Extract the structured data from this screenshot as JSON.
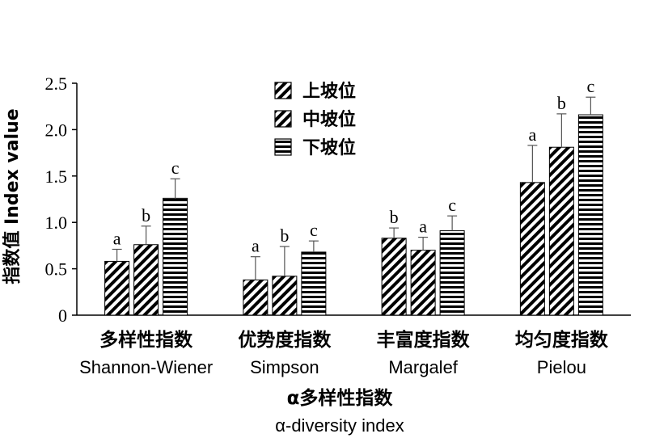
{
  "chart_data": {
    "type": "bar",
    "categories": [
      {
        "cn": "多样性指数",
        "en": "Shannon-Wiener"
      },
      {
        "cn": "优势度指数",
        "en": "Simpson"
      },
      {
        "cn": "丰富度指数",
        "en": "Margalef"
      },
      {
        "cn": "均匀度指数",
        "en": "Pielou"
      }
    ],
    "series": [
      {
        "name": "上坡位",
        "pattern": "diagonal",
        "values": [
          0.58,
          0.38,
          0.83,
          1.43
        ],
        "errors": [
          0.13,
          0.25,
          0.11,
          0.4
        ],
        "sig": [
          "a",
          "a",
          "b",
          "a"
        ]
      },
      {
        "name": "中坡位",
        "pattern": "diagonal",
        "values": [
          0.76,
          0.42,
          0.7,
          1.81
        ],
        "errors": [
          0.2,
          0.32,
          0.14,
          0.36
        ],
        "sig": [
          "b",
          "b",
          "a",
          "b"
        ]
      },
      {
        "name": "下坡位",
        "pattern": "horizontal",
        "values": [
          1.26,
          0.68,
          0.91,
          2.16
        ],
        "errors": [
          0.21,
          0.12,
          0.16,
          0.19
        ],
        "sig": [
          "c",
          "c",
          "c",
          "c"
        ]
      }
    ],
    "ylabel": "指数值 Index value",
    "xlabel_cn": "α多样性指数",
    "xlabel_en": "α-diversity index",
    "ylim": [
      0,
      2.5
    ],
    "yticks": [
      "0",
      "0.5",
      "1.0",
      "1.5",
      "2.0",
      "2.5"
    ],
    "grid": false,
    "legend_position": "top-center",
    "colors": {
      "bar_fill": "#000000",
      "bar_background": "#ffffff",
      "axis": "#000000",
      "error_bar": "#555555"
    }
  }
}
